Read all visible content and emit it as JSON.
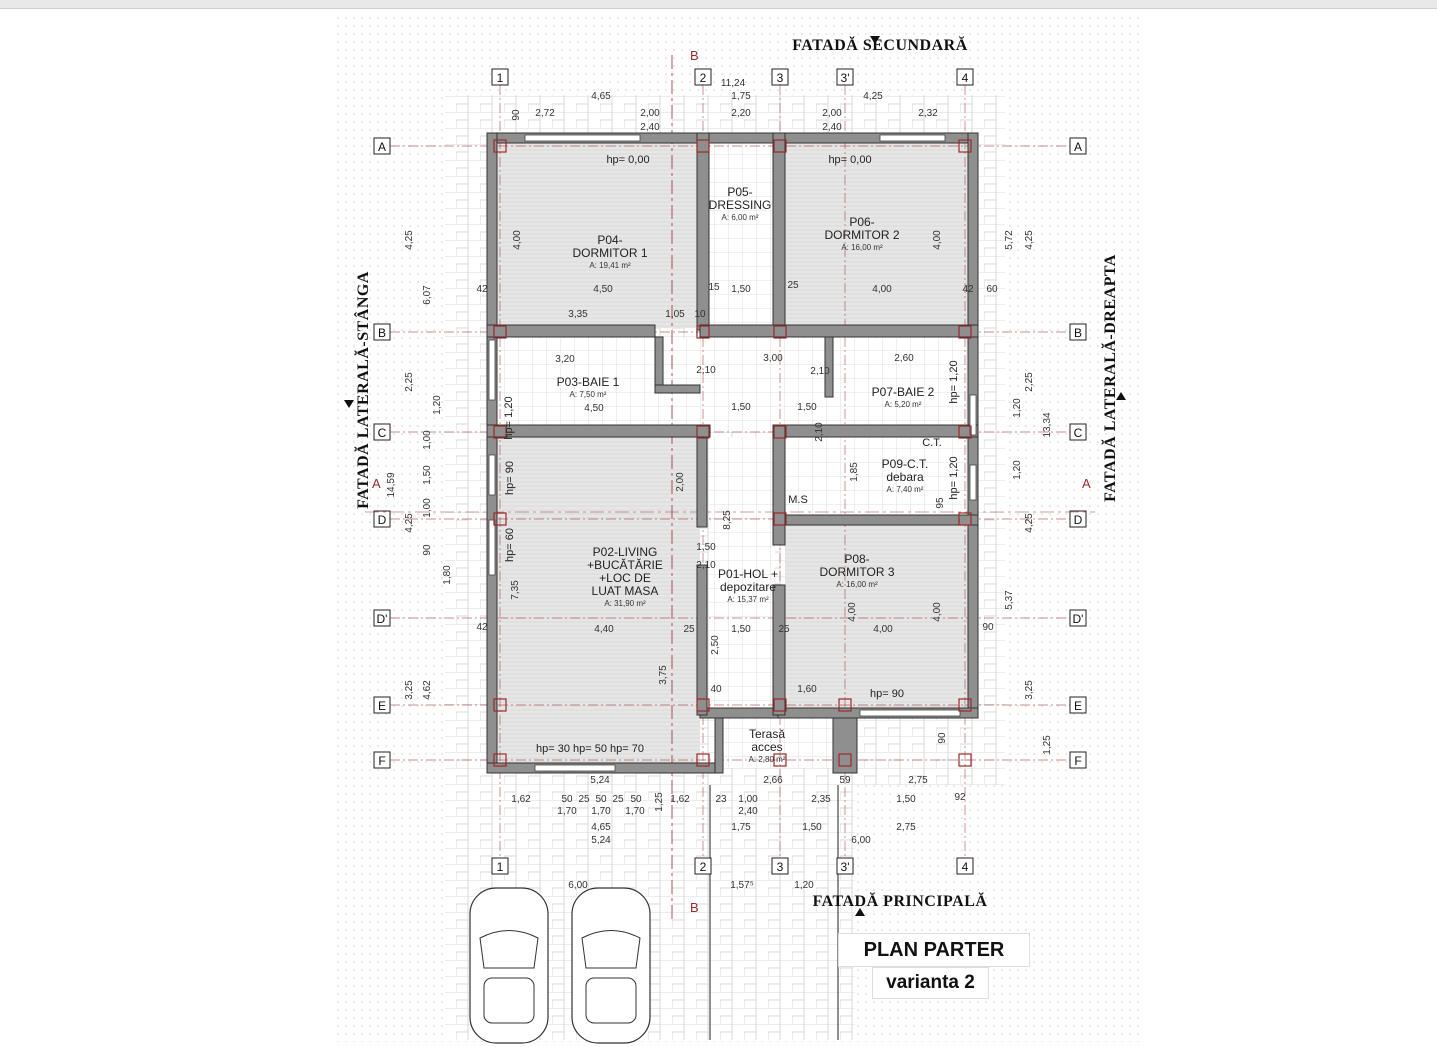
{
  "facades": {
    "top": "FATADĂ SECUNDARĂ",
    "bottom": "FATADĂ PRINCIPALĂ",
    "left": "FATADĂ LATERALĂ-STÂNGA",
    "right": "FATADĂ LATERALĂ-DREAPTA"
  },
  "title": {
    "main": "PLAN PARTER",
    "sub": "varianta 2"
  },
  "grid_columns": [
    "1",
    "2",
    "3",
    "3'",
    "4"
  ],
  "grid_rows": [
    "A",
    "B",
    "C",
    "D",
    "D'",
    "E",
    "F"
  ],
  "section_marks": [
    "B",
    "B",
    "A",
    "A"
  ],
  "rooms": [
    {
      "code": "P04-",
      "name": "DORMITOR 1",
      "area": "A: 19,41 m²"
    },
    {
      "code": "P05-",
      "name": "DRESSING",
      "area": "A: 6,00 m²"
    },
    {
      "code": "P06-",
      "name": "DORMITOR 2",
      "area": "A: 16,00 m²"
    },
    {
      "code": "P03-BAIE 1",
      "name": "",
      "area": "A: 7,50 m²"
    },
    {
      "code": "P07-BAIE 2",
      "name": "",
      "area": "A: 5,20 m²"
    },
    {
      "code": "P09-C.T.",
      "name": "debara",
      "area": "A: 7,40 m²"
    },
    {
      "code": "P02-LIVING",
      "name": "+BUCĂTĂRIE",
      "name2": "+LOC DE",
      "name3": "LUAT MASA",
      "area": "A: 31,90 m²"
    },
    {
      "code": "P01-HOL +",
      "name": "depozitare",
      "area": "A: 15,37 m²"
    },
    {
      "code": "P08-",
      "name": "DORMITOR 3",
      "area": "A: 16,00 m²"
    },
    {
      "code": "Terasă",
      "name": "acces",
      "area": "A: 2,80 m²"
    }
  ],
  "annotations": [
    "hp= 0,00",
    "hp= 0,00",
    "hp= 90",
    "hp= 60",
    "hp= 1,20",
    "hp= 1,20",
    "hp= 1,20",
    "hp= 90",
    "hp= 30 hp= 50 hp= 70",
    "M.S",
    "C.T."
  ],
  "dimensions": {
    "top": [
      "11,24",
      "4,65",
      "1,75",
      "4,25",
      "90",
      "2,72",
      "2,00",
      "2,20",
      "2,00",
      "2,32",
      "2,40",
      "2,40"
    ],
    "bottom": [
      "5,24",
      "2,66",
      "59",
      "2,75",
      "1,62",
      "50",
      "25",
      "50",
      "25",
      "50",
      "1,25",
      "1,62",
      "23",
      "1,00",
      "2,35",
      "1,50",
      "92",
      "1,70",
      "1,70",
      "1,70",
      "2,40",
      "4,65",
      "1,75",
      "1,50",
      "2,75",
      "5,24",
      "6,00",
      "6,00",
      "1,57⁵",
      "1,20"
    ],
    "left": [
      "14,59",
      "6,07",
      "4,25",
      "2,25",
      "4,25",
      "3,25",
      "4,62",
      "7,35",
      "1,20",
      "1,00",
      "1,50",
      "1,00",
      "90",
      "1,80"
    ],
    "right": [
      "13,34",
      "5,72",
      "4,25",
      "2,25",
      "4,25",
      "5,37",
      "3,25",
      "1,25",
      "1,20",
      "1,20"
    ],
    "interior": [
      "4,00",
      "4,50",
      "15",
      "1,50",
      "25",
      "4,00",
      "4,00",
      "3,35",
      "1,05",
      "10",
      "3,20",
      "4,50",
      "3,00",
      "2,60",
      "1,50",
      "1,50",
      "2,10",
      "2,10",
      "2,10",
      "1,85",
      "95",
      "2,00",
      "8,25",
      "1,50",
      "2,10",
      "4,40",
      "25",
      "1,50",
      "25",
      "4,00",
      "4,00",
      "4,00",
      "3,75",
      "2,50",
      "40",
      "1,60",
      "90",
      "42",
      "42",
      "42",
      "90",
      "60"
    ]
  },
  "colors": {
    "wall": "#8f8f8f",
    "grid": "#9b2a2a",
    "floor": "#e4e4e4",
    "hatch": "#c8c8c8"
  }
}
